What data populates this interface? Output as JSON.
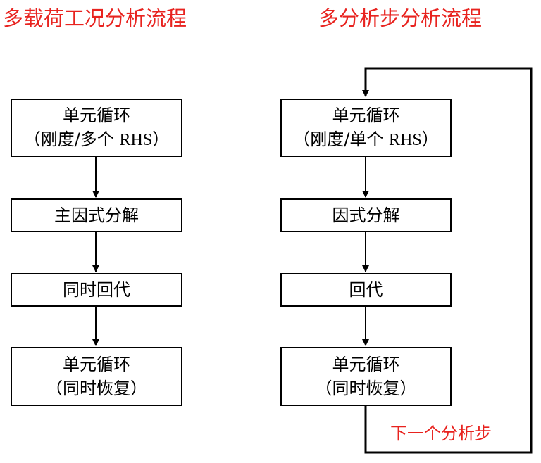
{
  "colors": {
    "title": "#e8231f",
    "box_border": "#000000",
    "box_text": "#000000",
    "arrow": "#000000",
    "loop_label": "#e8231f"
  },
  "left_flow": {
    "title": "多载荷工况分析流程",
    "steps": [
      {
        "line1": "单元循环",
        "line2_open": "（刚度/多个 ",
        "line2_rhs": "RHS",
        "line2_close": "）"
      },
      {
        "line1": "主因式分解"
      },
      {
        "line1": "同时回代"
      },
      {
        "line1": "单元循环",
        "line2": "（同时恢复）"
      }
    ]
  },
  "right_flow": {
    "title": "多分析步分析流程",
    "steps": [
      {
        "line1": "单元循环",
        "line2_open": "（刚度/单个 ",
        "line2_rhs": "RHS",
        "line2_close": "）"
      },
      {
        "line1": "因式分解"
      },
      {
        "line1": "回代"
      },
      {
        "line1": "单元循环",
        "line2": "（同时恢复）"
      }
    ],
    "loop_label": "下一个分析步"
  }
}
